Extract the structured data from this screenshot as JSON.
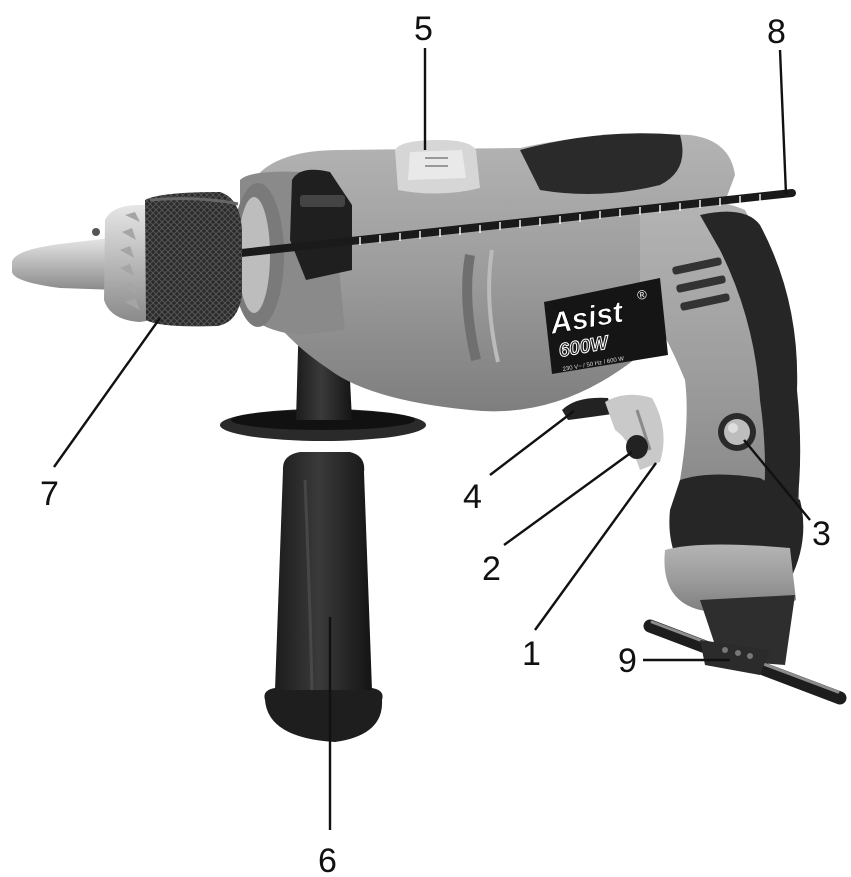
{
  "product": {
    "brand": "Asist",
    "registered_mark": "®",
    "power_rating": "600W",
    "rating_plate_text": "230 V~ / 50 Hz / 600 W"
  },
  "callouts": [
    {
      "number": "1"
    },
    {
      "number": "2"
    },
    {
      "number": "3"
    },
    {
      "number": "4"
    },
    {
      "number": "5"
    },
    {
      "number": "6"
    },
    {
      "number": "7"
    },
    {
      "number": "8"
    },
    {
      "number": "9"
    }
  ],
  "colors": {
    "housing_gray": "#9a9a9a",
    "rubber_black": "#262626",
    "chuck_silver": "#c4c4c4",
    "label_text": "#111111"
  }
}
